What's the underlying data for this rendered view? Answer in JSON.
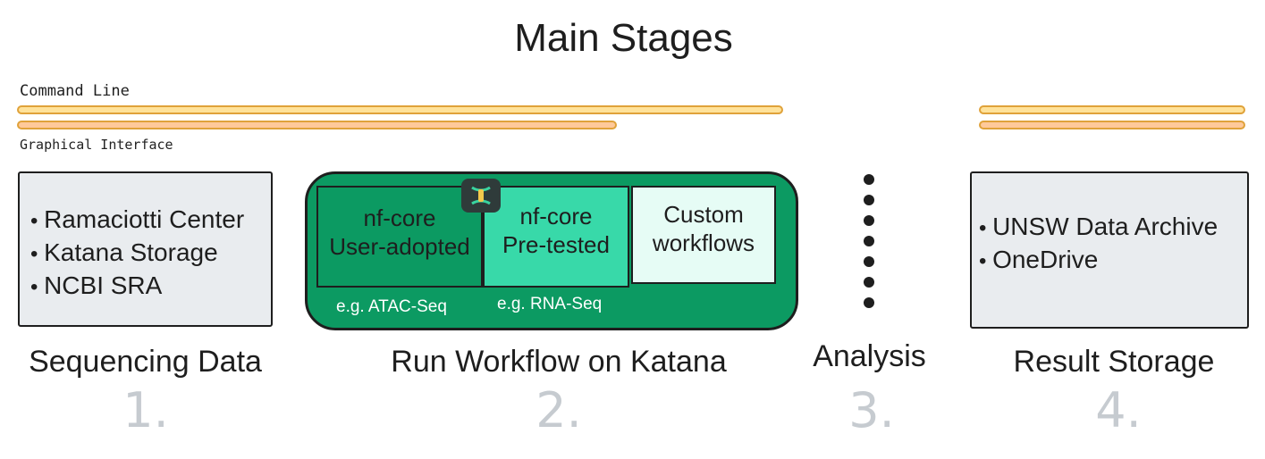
{
  "title": "Main Stages",
  "legend": {
    "command_line": "Command Line",
    "graphical_interface": "Graphical Interface"
  },
  "colors": {
    "command_line_bar": "#ffe29a",
    "graphical_interface_bar": "#ffc99a",
    "workflow_container": "#0c9a62",
    "nf_core_pretested": "#38d9a9",
    "custom_workflows": "#e6fcf5",
    "data_box": "#e9ecef"
  },
  "stages": {
    "sequencing_data": {
      "items": [
        "Ramaciotti Center",
        "Katana Storage",
        "NCBI SRA"
      ],
      "label": "Sequencing Data",
      "number": "1."
    },
    "run_workflow": {
      "user_adopted": {
        "line1": "nf-core",
        "line2": "User-adopted",
        "example": "e.g. ATAC-Seq"
      },
      "pre_tested": {
        "line1": "nf-core",
        "line2": "Pre-tested",
        "example": "e.g. RNA-Seq"
      },
      "custom": {
        "line1": "Custom",
        "line2": "workflows"
      },
      "icon": "nextflow-icon",
      "label": "Run Workflow on Katana",
      "number": "2."
    },
    "analysis": {
      "label": "Analysis",
      "number": "3."
    },
    "result_storage": {
      "items": [
        "UNSW Data Archive",
        "OneDrive"
      ],
      "label": "Result Storage",
      "number": "4."
    }
  }
}
